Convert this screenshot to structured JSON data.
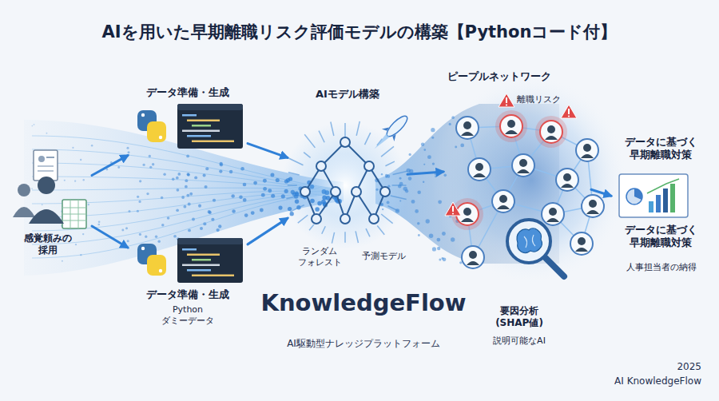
{
  "diagram": {
    "title": "AIを用いた早期離職リスク評価モデルの構築【Pythonコード付】",
    "nodes": [
      {
        "text": [
          "感覚頼みの 採用"
        ]
      },
      {
        "text": [
          "データ準備・生成"
        ]
      },
      {
        "text": [
          "データ準備・生成",
          "Python ダミーデータ"
        ]
      },
      {
        "text": [
          "AIモデル構築",
          "ランダム フォレスト",
          "予測モデル"
        ]
      },
      {
        "text": [
          "ピープルネットワーク",
          "離職リスク"
        ]
      },
      {
        "text": [
          "要因分析 (SHAP値)",
          "説明可能なAI"
        ]
      },
      {
        "text": [
          "データに基づく 早期離職対策",
          "データに基づく 早期離職対策",
          "人事担当者の納得"
        ]
      }
    ],
    "edges": [
      {
        "from": 0,
        "to": 1,
        "arrow": "to"
      },
      {
        "from": 0,
        "to": 2,
        "arrow": "to"
      },
      {
        "from": 1,
        "to": 3,
        "arrow": "to"
      },
      {
        "from": 2,
        "to": 3,
        "arrow": "to"
      },
      {
        "from": 3,
        "to": 4,
        "arrow": "to"
      },
      {
        "from": 4,
        "to": 6,
        "arrow": "to"
      }
    ],
    "labels": [
      "KnowledgeFlow",
      "AI駆動型ナレッジプラットフォーム",
      "2025",
      "AI KnowledgeFlow"
    ]
  }
}
